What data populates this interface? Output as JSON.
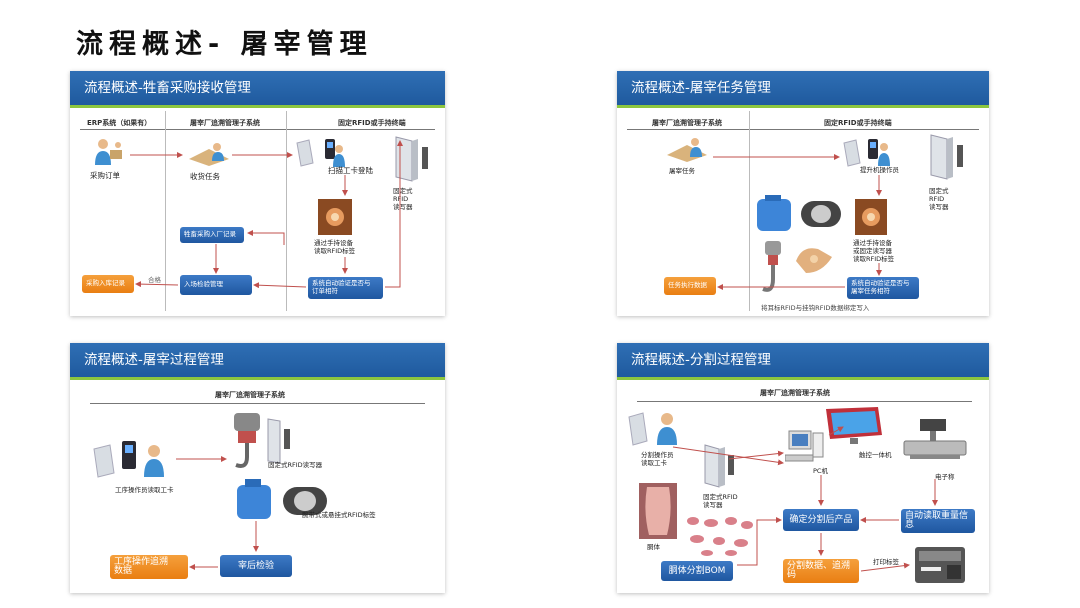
{
  "page": {
    "title": "流程概述- 屠宰管理"
  },
  "panel1": {
    "title": "流程概述-牲畜采购接收管理",
    "col1": "ERP系统（如果有）",
    "col2": "屠宰厂追溯管理子系统",
    "col3": "固定RFID或手持终端",
    "purchase_order": "采购订单",
    "receive_task": "收货任务",
    "scan_card": "扫描工卡登陆",
    "fixed_reader": "固定式\nRFID\n读写器",
    "read_tag": "通过手持设备\n读取RFID标签",
    "box_record": "牲畜采购入厂记录",
    "box_check": "入场检验管理",
    "box_verify": "系统自动验证是否与\n订单相符",
    "box_result": "采购入库记录",
    "pass_label": "合格"
  },
  "panel2": {
    "title": "流程概述-屠宰任务管理",
    "col1": "屠宰厂追溯管理子系统",
    "col2": "固定RFID或手持终端",
    "slaughter_task": "屠宰任务",
    "operator": "提升机操作员",
    "fixed_reader": "固定式\nRFID\n读写器",
    "read_tag": "通过手持设备\n或固定读写器\n读取RFID标签",
    "box_verify": "系统自动验证是否与\n屠宰任务相符",
    "box_result": "任务执行数据",
    "bottom_note": "将耳标RFID与挂钩RFID数据绑定写入"
  },
  "panel3": {
    "title": "流程概述-屠宰过程管理",
    "col1": "屠宰厂追溯管理子系统",
    "fixed_reader": "固定式RFID读写器",
    "operator_card": "工序操作员读取工卡",
    "tag_label": "腕带式或悬挂式RFID标签",
    "box_result": "工序操作追溯\n数据",
    "box_check": "宰后检验"
  },
  "panel4": {
    "title": "流程概述-分割过程管理",
    "col1": "屠宰厂追溯管理子系统",
    "operator_card": "分割操作员\n读取工卡",
    "touch_pc": "触控一体机",
    "pc": "PC机",
    "scale": "电子称",
    "fixed_reader": "固定式RFID\n读写器",
    "carcass": "胴体",
    "box_product": "确定分割后产品",
    "box_weight": "自动读取重量信\n息",
    "box_bom": "胴体分割BOM",
    "box_data": "分割数据、追溯\n码",
    "printer": "打印标签"
  }
}
